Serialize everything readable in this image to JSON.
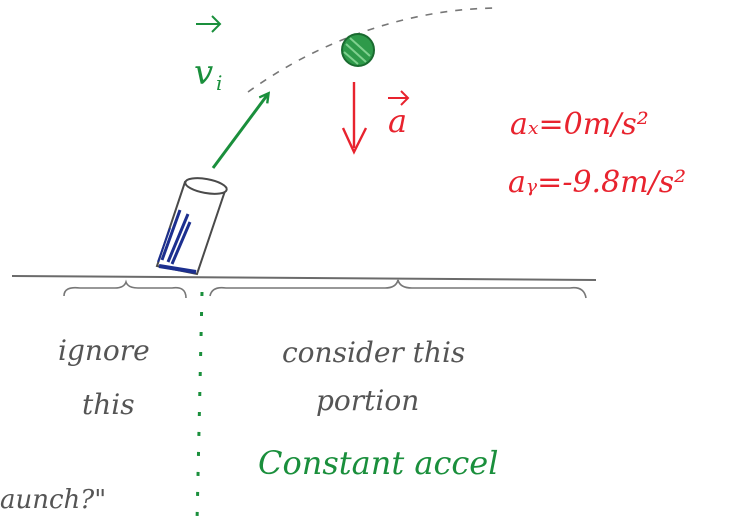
{
  "colors": {
    "velocity": "#1a8f3c",
    "acceleration": "#e8232e",
    "pencil": "#555555",
    "cannon": "#1c2f8f",
    "ground": "#6b6b6b"
  },
  "labels": {
    "velocity_vector": "v",
    "velocity_subscript": "i",
    "acceleration_vector": "a",
    "ax_equation": "aₓ=0m/s²",
    "ay_equation": "aᵧ=-9.8m/s²",
    "ignore_line1": "ignore",
    "ignore_line2": "this",
    "consider_line1": "consider this",
    "consider_line2": "portion",
    "constant_accel": "Constant accel",
    "cut_quote": "aunch?\""
  }
}
